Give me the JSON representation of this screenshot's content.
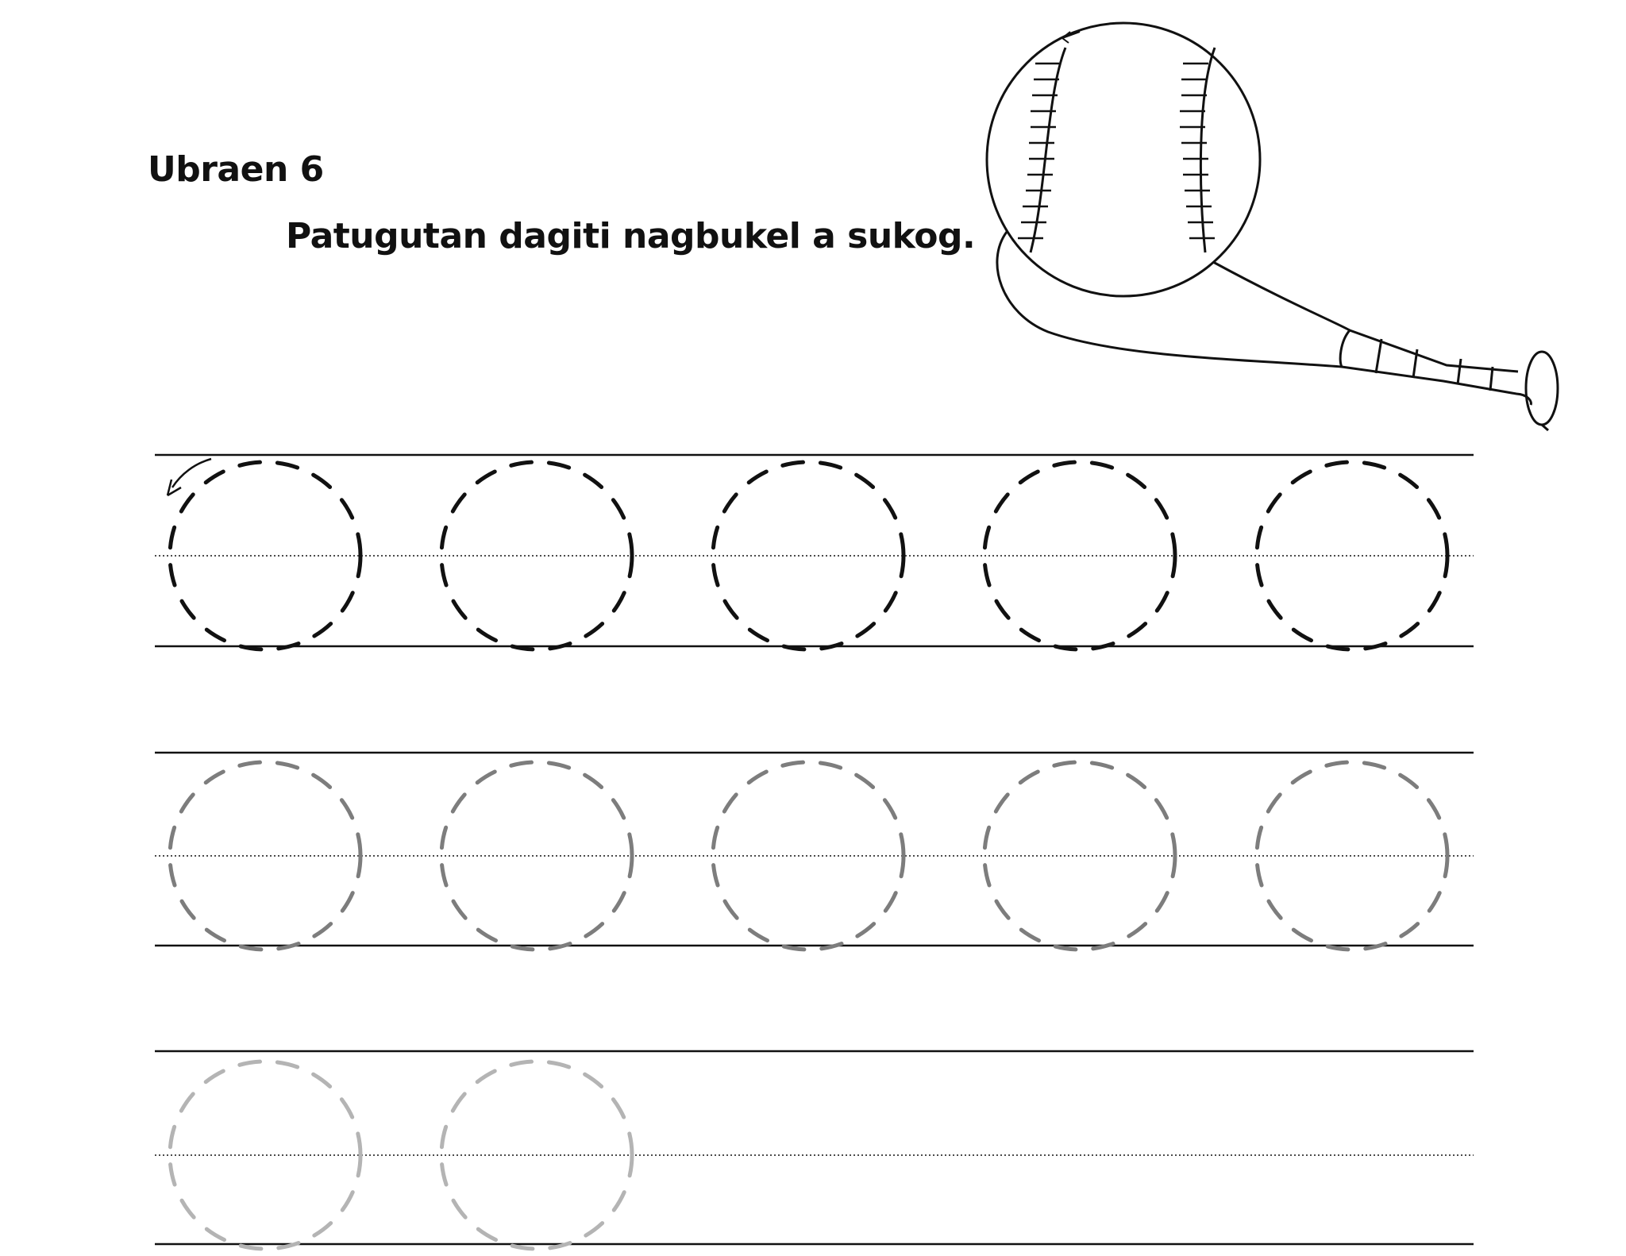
{
  "worksheet": {
    "title": "Ubraen 6",
    "instruction": "Patugutan dagiti nagbukel a sukog."
  },
  "illustration": {
    "icon": "baseball-and-bat-icon"
  },
  "practice_rows": [
    {
      "shade": "dark",
      "circle_count": 5,
      "color": "#111111",
      "has_start_arrow": true
    },
    {
      "shade": "medium",
      "circle_count": 5,
      "color": "#7d7d7d",
      "has_start_arrow": false
    },
    {
      "shade": "light",
      "circle_count": 2,
      "color": "#b4b4b4",
      "has_start_arrow": false
    }
  ]
}
